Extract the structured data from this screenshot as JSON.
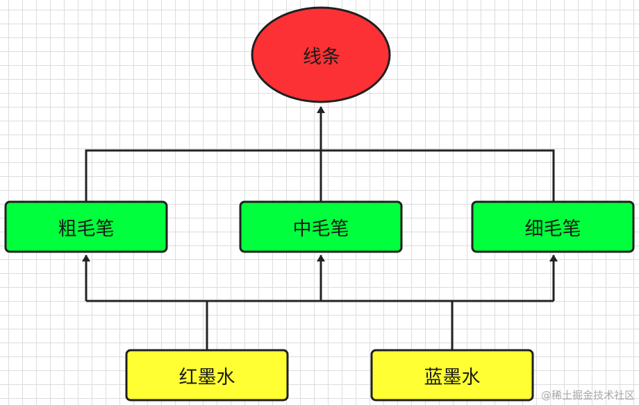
{
  "diagram": {
    "top_node": {
      "label": "线条",
      "color": "#fc3135"
    },
    "brushes": [
      {
        "label": "粗毛笔"
      },
      {
        "label": "中毛笔"
      },
      {
        "label": "细毛笔"
      }
    ],
    "inks": [
      {
        "label": "红墨水"
      },
      {
        "label": "蓝墨水"
      }
    ],
    "brush_color": "#00ff3c",
    "ink_color": "#ffff33",
    "edge_color": "#222222"
  },
  "watermark": "@稀土掘金技术社区"
}
